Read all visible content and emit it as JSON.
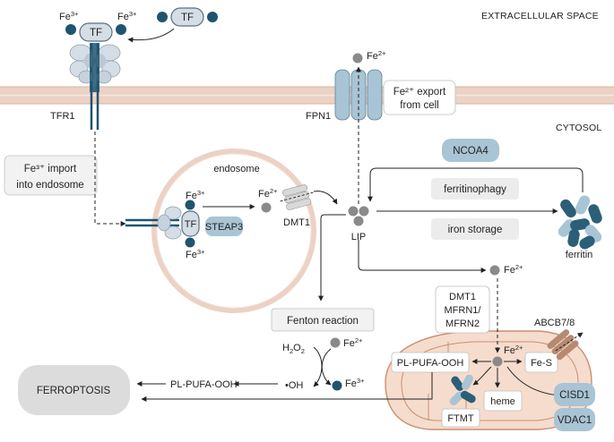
{
  "regions": {
    "extracellular": "EXTRACELLULAR SPACE",
    "cytosol": "CYTOSOL"
  },
  "proteins": {
    "tf": "TF",
    "tfr1": "TFR1",
    "fpn1": "FPN1",
    "dmt1": "DMT1",
    "steap3": "STEAP3",
    "ncoa4": "NCOA4",
    "ferritin": "ferritin",
    "abcb78": "ABCB7/8",
    "cisd1": "CISD1",
    "vdac1": "VDAC1",
    "ftmt": "FTMT"
  },
  "ions": {
    "fe3": "Fe",
    "fe3_sup": "3+",
    "fe2": "Fe",
    "fe2_sup": "2+"
  },
  "labels": {
    "endosome": "endosome",
    "lip": "LIP",
    "import_line1": "Fe³⁺ import",
    "import_line2": "into endosome",
    "export_line1": "Fe²⁺ export",
    "export_line2": "from cell",
    "ferritinophagy": "ferritinophagy",
    "iron_storage": "iron storage",
    "fenton": "Fenton reaction",
    "h2o2": "H",
    "h2o2_sub1": "2",
    "h2o2_o": "O",
    "h2o2_sub2": "2",
    "oh_dot": "•",
    "oh": "OH",
    "pl_pufa_ooh": "PL-PUFA-OOH",
    "ferroptosis": "FERROPTOSIS",
    "mito_transport_1": "DMT1",
    "mito_transport_2": "MFRN1/",
    "mito_transport_3": "MFRN2",
    "fes": "Fe-S",
    "heme": "heme"
  },
  "colors": {
    "fe3_dark": "#1f5470",
    "fe2_grey": "#8a8a8a",
    "protein_light": "#d5dde6",
    "protein_blue": "#a9c4d4",
    "membrane": "#ecd2c4",
    "mito": "#f6dccd",
    "box_grey": "#ececec",
    "ferroptosis_box": "#dcdcdc",
    "abcb_brown": "#b58a70"
  }
}
